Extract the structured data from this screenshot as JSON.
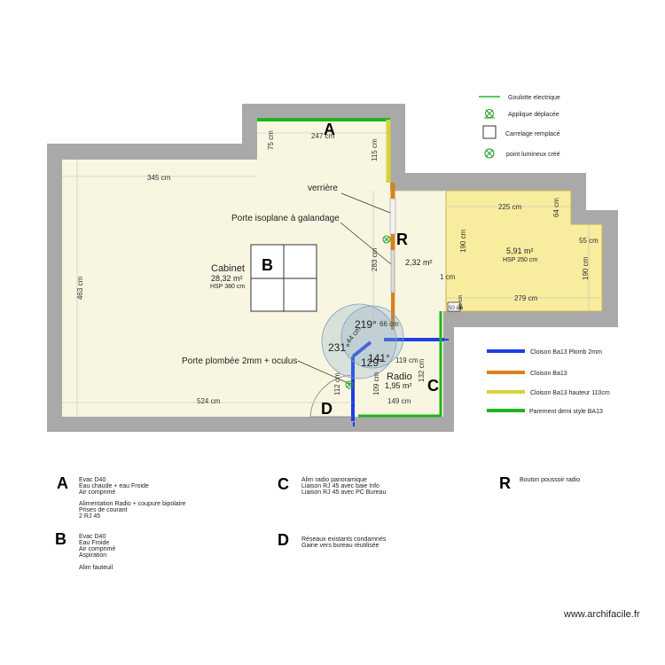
{
  "legend_top": [
    {
      "icon": "green-line",
      "label": "Goulotte electrique"
    },
    {
      "icon": "wall-lamp-icon",
      "label": "Applique déplacée"
    },
    {
      "icon": "square-icon",
      "label": "Carrelage remplacé"
    },
    {
      "icon": "light-point-icon",
      "label": "point lumineux créé"
    }
  ],
  "legend_walls": [
    {
      "color": "#1e3ee6",
      "label": "Cloison Ba13 Plomb 2mm"
    },
    {
      "color": "#d9821a",
      "label": "Cloison Ba13"
    },
    {
      "color": "#d8d23a",
      "label": "Cloison Ba13 hauteur 110cm"
    },
    {
      "color": "#1fb51f",
      "label": "Parement demi style BA13"
    }
  ],
  "rooms": {
    "cabinet": {
      "name": "Cabinet",
      "area": "28,32 m²",
      "hsp": "HSP 380 cm"
    },
    "small": {
      "area": "2,32 m²"
    },
    "right": {
      "area": "5,91 m²",
      "hsp": "HSP 250 cm"
    },
    "radio": {
      "name": "Radio",
      "area": "1,95 m²"
    }
  },
  "callouts": {
    "verriere": "verrière",
    "porte_isoplane": "Porte isoplane à galandage",
    "porte_plombee": "Porte plombée 2mm + oculus"
  },
  "dimensions": {
    "d247": "247 cm",
    "d75": "75 cm",
    "d115": "115 cm",
    "d345": "345 cm",
    "d463": "463 cm",
    "d283": "283 cm",
    "d225": "225 cm",
    "d64": "64 cm",
    "d190a": "190 cm",
    "d55": "55 cm",
    "d190b": "190 cm",
    "d1": "1 cm",
    "d279": "279 cm",
    "d50": "50 cm",
    "d66": "66 cm",
    "d44": "44 cm",
    "d119": "119 cm",
    "d112": "112 cm",
    "d109": "109 cm",
    "d132": "132 cm",
    "d524": "524 cm",
    "d149": "149 cm"
  },
  "angles": {
    "a219": "219°",
    "a231": "231°",
    "a141": "141°",
    "a129": "129°"
  },
  "markers": {
    "A": "A",
    "B": "B",
    "R": "R",
    "C": "C",
    "D": "D"
  },
  "notes": {
    "A": {
      "letter": "A",
      "lines": [
        "Evac D40",
        "Eau chaude + eau Froide",
        "Air comprimé",
        "",
        "Alimentation Radio + coupure bipolaire",
        "Prises de courant",
        "2 RJ 45"
      ]
    },
    "B": {
      "letter": "B",
      "lines": [
        "Evac D40",
        "Eau Froide",
        "Air comprimé",
        "Aspiration",
        "",
        "Alim fauteuil"
      ]
    },
    "C": {
      "letter": "C",
      "lines": [
        "Alim radio panoramique",
        "Liaison RJ 45 avec baie Info",
        "Liaison RJ 45 avec PC Bureau"
      ]
    },
    "D": {
      "letter": "D",
      "lines": [
        "Réseaux existants condamnés",
        "Gaine vers bureau réutilisée"
      ]
    },
    "R": {
      "letter": "R",
      "lines": [
        "Bouton poussoir radio"
      ]
    }
  },
  "watermark": "www.archifacile.fr"
}
